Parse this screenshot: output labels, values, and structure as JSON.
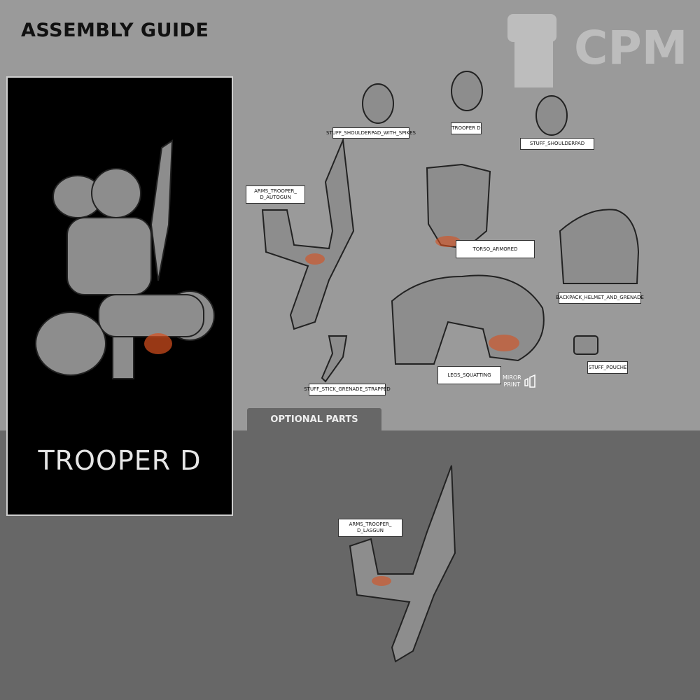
{
  "header": {
    "title": "ASSEMBLY GUIDE",
    "logo_text": "CPM"
  },
  "panel": {
    "title": "TROOPER D"
  },
  "labels": {
    "shoulderpad_spikes": "STUFF_SHOULDERPAD_WITH_SPIKES",
    "head": "TROOPER D",
    "shoulderpad": "STUFF_SHOULDERPAD",
    "arms_autogun_1": "ARMS_TROOPER_",
    "arms_autogun_2": "D_AUTOGUN",
    "torso": "TORSO_ARMORED",
    "backpack": "BACKPACK_HELMET_AND_GRENADE",
    "legs": "LEGS_SQUATTING",
    "pouche": "STUFF_POUCHE",
    "grenade": "STUFF_STICK_GRENADE_STRAPPED",
    "arms_lasgun_1": "ARMS_TROOPER_",
    "arms_lasgun_2": "D_LASGUN"
  },
  "mirror": {
    "line1": "MIROR",
    "line2": "PRINT"
  },
  "optional": {
    "tab_label": "OPTIONAL PARTS"
  }
}
